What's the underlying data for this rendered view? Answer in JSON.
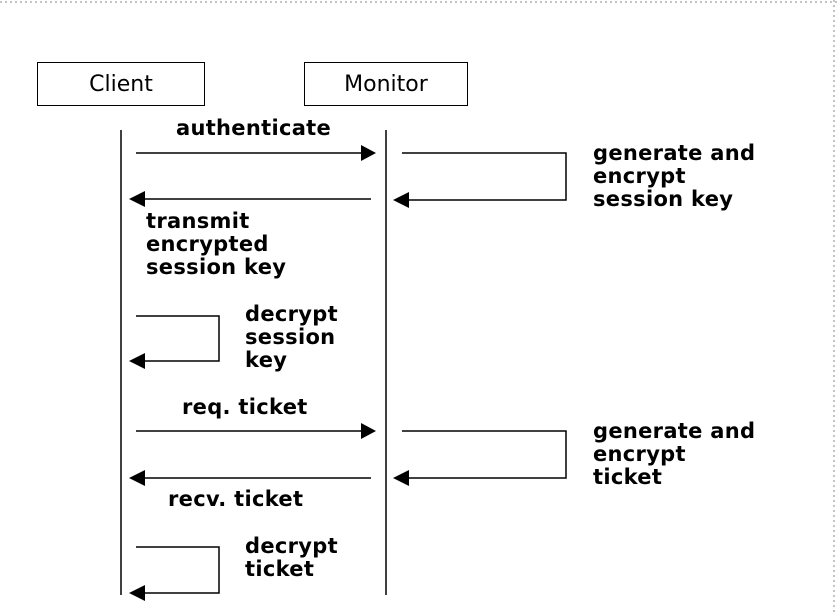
{
  "actors": {
    "client": "Client",
    "monitor": "Monitor"
  },
  "messages": {
    "authenticate": "authenticate",
    "generate_session_key": "generate and\nencrypt\nsession key",
    "transmit_session_key": "transmit\nencrypted\nsession key",
    "decrypt_session_key": "decrypt\nsession\nkey",
    "req_ticket": "req. ticket",
    "generate_ticket": "generate and\nencrypt\nticket",
    "recv_ticket": "recv. ticket",
    "decrypt_ticket": "decrypt\nticket"
  },
  "colors": {
    "line": "#000000",
    "border_dots": "#b0b0b0"
  }
}
